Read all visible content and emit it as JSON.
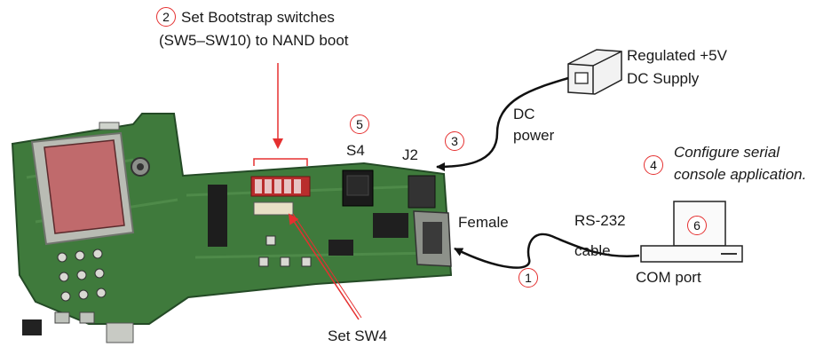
{
  "steps": {
    "s1": "1",
    "s2": "2",
    "s3": "3",
    "s4": "4",
    "s5": "5",
    "s6": "6"
  },
  "labels": {
    "bootstrap_line1": "Set Bootstrap switches",
    "bootstrap_line2": "(SW5–SW10) to NAND boot",
    "supply_line1": "Regulated +5V",
    "supply_line2": "DC Supply",
    "dc_line1": "DC",
    "dc_line2": "power",
    "s4": "S4",
    "j2": "J2",
    "configure_line1": "Configure serial",
    "configure_line2": "console application.",
    "female": "Female",
    "rs232_line1": "RS-232",
    "rs232_line2": "cable",
    "com_port": "COM port",
    "set_sw4": "Set SW4"
  },
  "colors": {
    "annotation_red": "#e53030",
    "board_green": "#3f7a3c",
    "board_dark": "#244a26",
    "cable": "#111111"
  }
}
